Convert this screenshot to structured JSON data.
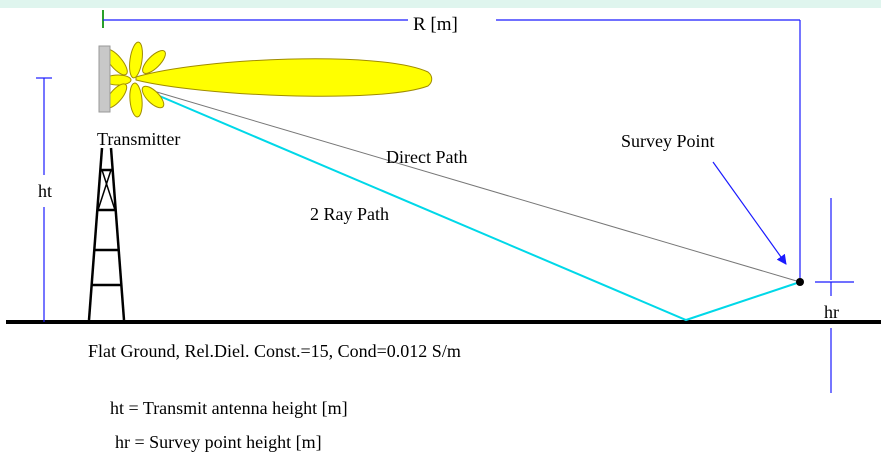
{
  "colors": {
    "top_band": "#dff5ee",
    "blue_lines": "#1a1aff",
    "two_ray_path": "#00d8e8",
    "direct_path": "#777777",
    "beam_fill": "#ffff00",
    "beam_stroke": "#a08c00",
    "ground": "#000000",
    "antenna_panel": "#c8c8c8"
  },
  "labels": {
    "range": "R [m]",
    "transmitter": "Transmitter",
    "direct_path": "Direct Path",
    "two_ray_path": "2 Ray Path",
    "survey_point": "Survey Point",
    "ht": "ht",
    "hr": "hr",
    "ground": "Flat Ground, Rel.Diel. Const.=15, Cond=0.012 S/m"
  },
  "legend": {
    "ht_def": "ht = Transmit antenna height [m]",
    "hr_def": "hr = Survey point height [m]"
  }
}
